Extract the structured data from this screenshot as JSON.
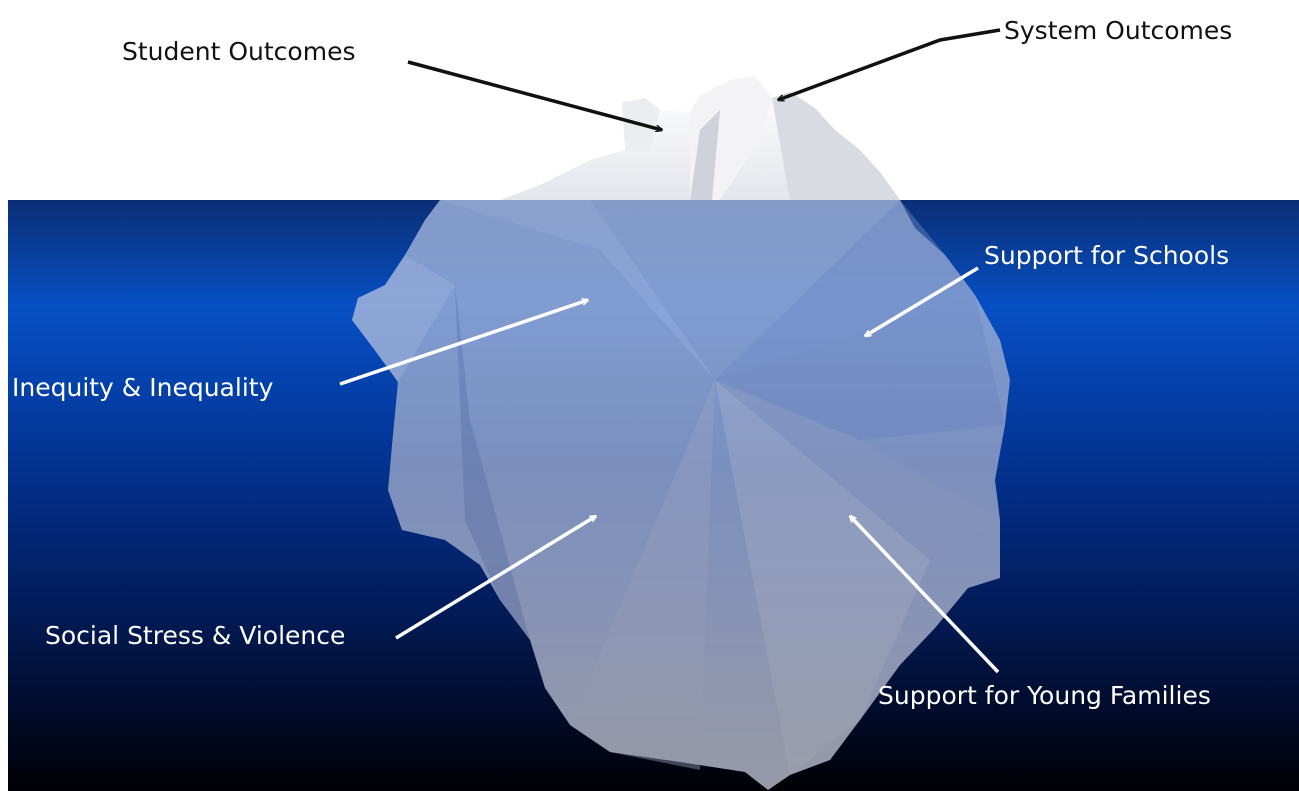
{
  "labels": {
    "student_outcomes": "Student Outcomes",
    "system_outcomes": "System Outcomes",
    "support_for_schools": "Support for Schools",
    "inequity_inequality": "Inequity & Inequality",
    "social_stress_violence": "Social Stress & Violence",
    "support_for_young_families": "Support for Young Families"
  },
  "colors": {
    "water_top": "#0650c4",
    "water_bottom": "#000005",
    "iceberg": "#e6e8ef",
    "above_water_text": "#111111",
    "below_water_text": "#ffffff"
  }
}
